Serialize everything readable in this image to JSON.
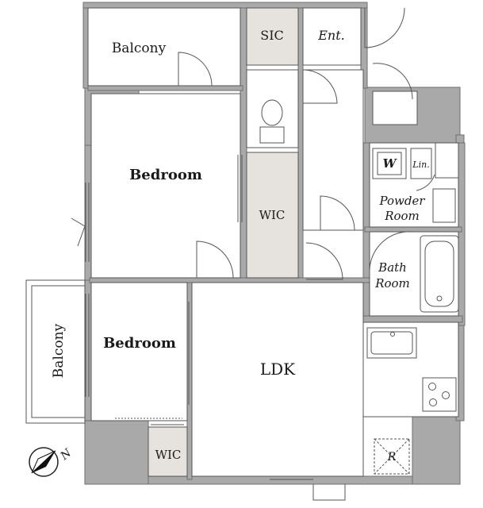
{
  "rooms": {
    "balcony_top": "Balcony",
    "sic": "SIC",
    "entrance": "Ent.",
    "bedroom_main": "Bedroom",
    "wic_center": "WIC",
    "washer": "W",
    "linen": "Lin.",
    "powder_room": [
      "Powder",
      "Room"
    ],
    "bath_room": [
      "Bath",
      "Room"
    ],
    "balcony_left": "Balcony",
    "bedroom_second": "Bedroom",
    "ldk": "LDK",
    "wic_bottom": "WIC",
    "refrigerator": "R"
  },
  "compass": {
    "north_label": "N"
  },
  "colors": {
    "wall": "#a9a9a9",
    "wall_outline": "#6e6e6e",
    "storage_fill": "#e6e3df",
    "line": "#555555",
    "background": "#ffffff"
  }
}
